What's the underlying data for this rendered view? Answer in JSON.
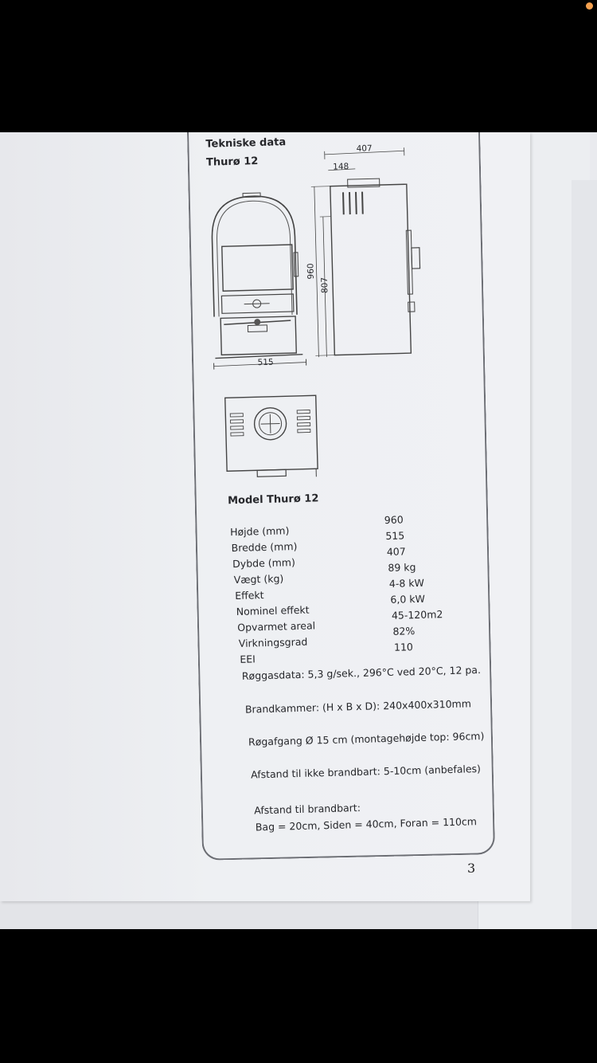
{
  "header": {
    "title": "Tekniske data",
    "model": "Thurø 12"
  },
  "drawing": {
    "dim_depth": "407",
    "dim_flue_offset": "148",
    "dim_height": "960",
    "dim_flue_height": "807",
    "dim_width": "515"
  },
  "specs": {
    "heading": "Model Thurø 12",
    "rows": [
      {
        "label": "Højde (mm)",
        "value": "960"
      },
      {
        "label": "Bredde (mm)",
        "value": "515"
      },
      {
        "label": "Dybde (mm)",
        "value": "407"
      },
      {
        "label": "Vægt (kg)",
        "value": "89 kg"
      },
      {
        "label": "Effekt",
        "value": "4-8 kW"
      },
      {
        "label": "Nominel effekt",
        "value": "6,0 kW"
      },
      {
        "label": "Opvarmet areal",
        "value": "45-120m2"
      },
      {
        "label": "Virkningsgrad",
        "value": "82%"
      },
      {
        "label": "EEI",
        "value": "110"
      }
    ],
    "flue_gas": "Røggasdata: 5,3 g/sek., 296°C ved 20°C, 12 pa.",
    "chamber": "Brandkammer: (H x B x D): 240x400x310mm",
    "smoke_outlet": "Røgafgang Ø 15 cm (montagehøjde top: 96cm)",
    "distance_non_flammable": "Afstand til ikke brandbart: 5-10cm (anbefales)",
    "distance_flammable_label": "Afstand til brandbart:",
    "distance_flammable_values": "Bag = 20cm, Siden = 40cm, Foran = 110cm"
  },
  "page_number": "3"
}
